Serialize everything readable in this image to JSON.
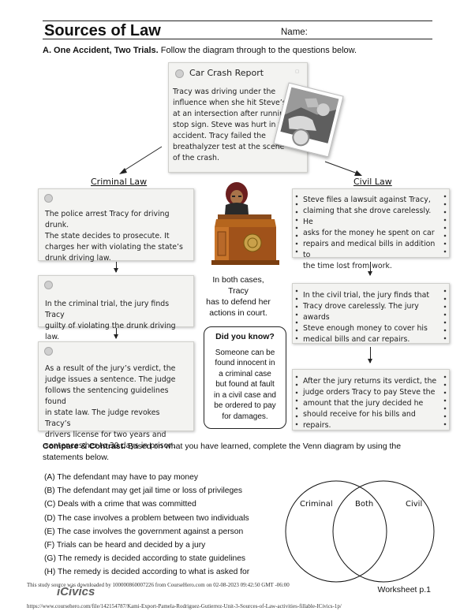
{
  "header": {
    "title": "Sources of Law",
    "name_label": "Name:"
  },
  "section_a": {
    "heading": "A. One Accident, Two Trials.",
    "instruction": "Follow the diagram through to the questions below."
  },
  "crash_report": {
    "title": "Car Crash Report",
    "lines": [
      "Tracy was driving under the",
      "influence when she hit Steve’s car",
      "at an intersection after running a",
      "stop sign. Steve was hurt in the",
      "accident. Tracy failed the",
      "breathalyzer test at the scene",
      "of the crash."
    ]
  },
  "criminal": {
    "heading": "Criminal Law",
    "card1": [
      "The police arrest Tracy for driving drunk.",
      "The state decides to prosecute. It",
      "charges her with violating the state’s",
      "drunk driving law."
    ],
    "card2": [
      "In the criminal trial, the jury finds Tracy",
      "guilty of violating the drunk driving law."
    ],
    "card3": [
      "As a result of the jury’s verdict, the",
      "judge issues a sentence. The judge",
      "follows the sentencing guidelines found",
      "in state law. The judge revokes Tracy’s",
      "drivers license for two years and",
      "sentences her to 30 days in prison."
    ]
  },
  "civil": {
    "heading": "Civil Law",
    "card1": [
      "Steve files a lawsuit against Tracy,",
      "claiming that she drove carelessly. He",
      "asks for the money he spent on car",
      "repairs and medical bills in addition to",
      "the time lost from work."
    ],
    "card2": [
      "In the civil trial, the jury finds that",
      "Tracy drove carelessly. The jury awards",
      "Steve enough money to cover his",
      "medical bills and car repairs."
    ],
    "card3": [
      "After the jury returns its verdict, the",
      "judge orders Tracy to pay Steve the",
      "amount that the jury decided he",
      "should receive for his bills and repairs."
    ]
  },
  "center": {
    "both_cases": [
      "In both cases, Tracy",
      "has to defend her",
      "actions in court."
    ],
    "did_you_know_title": "Did you know?",
    "did_you_know_lines": [
      "Someone can be",
      "found innocent in",
      "a criminal case",
      "but found at fault",
      "in a civil case and",
      "be ordered to pay",
      "for damages."
    ]
  },
  "compare": {
    "heading": "Compare & Contrast.",
    "instruction_line1": "Based on what you have learned, complete the Venn diagram by using the",
    "instruction_line2": "statements below.",
    "statements": [
      "(A) The defendant may have to pay money",
      "(B) The defendant may get jail time or loss of privileges",
      "(C) Deals with a crime that was committed",
      "(D) The case involves a problem between two individuals",
      "(E) The case involves the government against a person",
      "(F) Trials can be heard and decided by a jury",
      "(G) The remedy is decided according to state guidelines",
      "(H) The remedy is decided according to what is asked for"
    ]
  },
  "venn": {
    "left": "Criminal",
    "middle": "Both",
    "right": "Civil"
  },
  "footer": {
    "worksheet": "Worksheet p.1",
    "logo": "iCivics",
    "watermark": "This study source was downloaded by 100000860007226 from CourseHero.com on 02-08-2023 09:42:50 GMT -06:00",
    "url": "https://www.coursehero.com/file/142154787/Kami-Export-Pamela-Rodriguez-Gutierrez-Unit-3-Sources-of-Law-activities-fillable-ICivics-1p/"
  }
}
